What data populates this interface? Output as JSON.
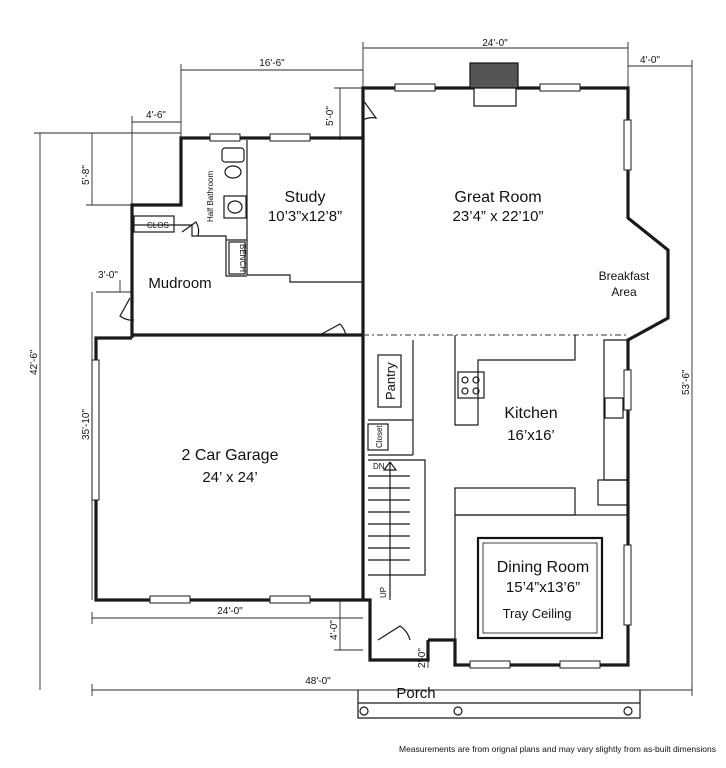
{
  "rooms": {
    "great_room": {
      "name": "Great Room",
      "size": "23’4” x 22’10”"
    },
    "study": {
      "name": "Study",
      "size": "10’3”x12’8”"
    },
    "half_bath": {
      "name": "Half Bathroom"
    },
    "clos": {
      "name": "CLOS"
    },
    "bench": {
      "name": "BENCH"
    },
    "mudroom": {
      "name": "Mudroom"
    },
    "breakfast": {
      "line1": "Breakfast",
      "line2": "Area"
    },
    "pantry": {
      "name": "Pantry"
    },
    "closet": {
      "name": "Closet"
    },
    "kitchen": {
      "name": "Kitchen",
      "size": "16’x16’"
    },
    "garage": {
      "name": "2 Car Garage",
      "size": "24’ x 24’"
    },
    "dining": {
      "name": "Dining Room",
      "size": "15’4”x13’6”",
      "note": "Tray Ceiling"
    },
    "stairs": {
      "down": "DN.",
      "up": "UP"
    },
    "porch": {
      "name": "Porch"
    }
  },
  "dimensions": {
    "top_24": "24'-0\"",
    "top_4": "4'-0\"",
    "top_16_6": "16'-6\"",
    "top_4_6": "4'-6\"",
    "left_5_0": "5'-0\"",
    "left_5_8": "5'-8\"",
    "left_3_0": "3'-0\"",
    "left_42_6": "42'-6\"",
    "left_35_10": "35'-10\"",
    "right_53_6": "53'-6\"",
    "bottom_24": "24'-0\"",
    "bottom_4_0": "4'-0\"",
    "bottom_2_0": "2'-0\"",
    "bottom_48": "48'-0\""
  },
  "footnote": "Measurements are from orignal plans and may vary slightly from as-built dimensions"
}
